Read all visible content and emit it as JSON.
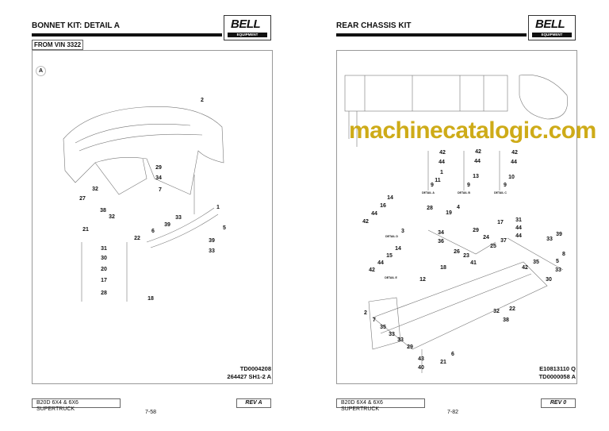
{
  "left_page": {
    "title": "BONNET KIT: DETAIL A",
    "logo": {
      "brand": "BELL",
      "sub": "EQUIPMENT"
    },
    "vin_note": "FROM VIN 3322",
    "detail_marker": "A",
    "callouts": [
      "2",
      "29",
      "34",
      "7",
      "32",
      "27",
      "38",
      "32",
      "1",
      "33",
      "39",
      "21",
      "6",
      "22",
      "5",
      "39",
      "33",
      "31",
      "30",
      "20",
      "17",
      "28",
      "18"
    ],
    "ref_lines": [
      "TD0004208",
      "264427 SH1-2 A"
    ],
    "footer": {
      "model": "B20D 6X4 & 6X6 SUPERTRUCK",
      "revision": "REV A",
      "page_number": "7-58"
    }
  },
  "right_page": {
    "title": "REAR CHASSIS KIT",
    "logo": {
      "brand": "BELL",
      "sub": "EQUIPMENT"
    },
    "callouts": [
      "42",
      "42",
      "42",
      "44",
      "44",
      "44",
      "1",
      "11",
      "13",
      "10",
      "9",
      "9",
      "9",
      "14",
      "16",
      "44",
      "42",
      "3",
      "28",
      "19",
      "4",
      "17",
      "31",
      "44",
      "44",
      "37",
      "34",
      "29",
      "24",
      "25",
      "36",
      "26",
      "23",
      "41",
      "33",
      "39",
      "8",
      "5",
      "35",
      "42",
      "33",
      "30",
      "14",
      "15",
      "44",
      "42",
      "18",
      "12",
      "32",
      "22",
      "38",
      "2",
      "7",
      "35",
      "33",
      "33",
      "29",
      "6",
      "43",
      "21",
      "40"
    ],
    "detail_labels": [
      "DETAIL A",
      "DETAIL B",
      "DETAIL C",
      "DETAIL D",
      "DETAIL E"
    ],
    "ref_lines": [
      "E10813110 Q",
      "TD0000058 A"
    ],
    "footer": {
      "model": "B20D 6X4 & 6X6 SUPERTRUCK",
      "revision": "REV 0",
      "page_number": "7-82"
    }
  },
  "watermark": "machinecatalogic.com"
}
